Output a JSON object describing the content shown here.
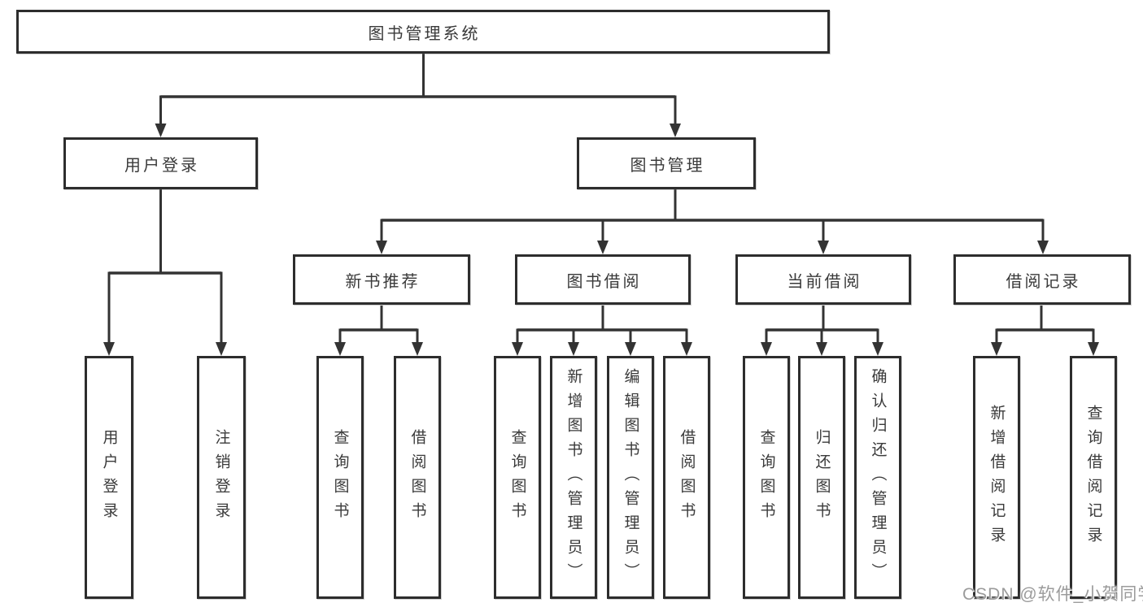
{
  "colors": {
    "line": "#333333",
    "box_border": "#2d2d2d",
    "text": "#3a3a3a",
    "watermark": "#9b9b9b",
    "background": "#ffffff"
  },
  "watermark": {
    "text": "CSDN @软件_小贺同学"
  },
  "tree": {
    "label": "图书管理系统",
    "children": [
      {
        "label": "用户登录",
        "children": [
          {
            "label": "用户登录"
          },
          {
            "label": "注销登录"
          }
        ]
      },
      {
        "label": "图书管理",
        "children": [
          {
            "label": "新书推荐",
            "children": [
              {
                "label": "查询图书"
              },
              {
                "label": "借阅图书"
              }
            ]
          },
          {
            "label": "图书借阅",
            "children": [
              {
                "label": "查询图书"
              },
              {
                "label": "新增图书（管理员）"
              },
              {
                "label": "编辑图书（管理员）"
              },
              {
                "label": "借阅图书"
              }
            ]
          },
          {
            "label": "当前借阅",
            "children": [
              {
                "label": "查询图书"
              },
              {
                "label": "归还图书"
              },
              {
                "label": "确认归还（管理员）"
              }
            ]
          },
          {
            "label": "借阅记录",
            "children": [
              {
                "label": "新增借阅记录"
              },
              {
                "label": "查询借阅记录"
              }
            ]
          }
        ]
      }
    ]
  }
}
